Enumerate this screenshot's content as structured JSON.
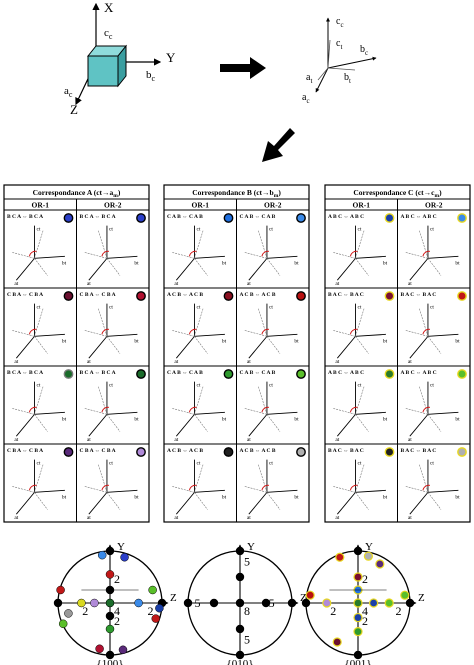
{
  "top_diagram": {
    "axis_x": "X",
    "axis_y": "Y",
    "axis_z": "Z",
    "label_cc": "c",
    "label_cc_sub": "c",
    "label_bc": "b",
    "label_bc_sub": "c",
    "label_ac": "a",
    "label_ac_sub": "c"
  },
  "right_axes": {
    "cc": "c",
    "cc_sub": "c",
    "ct": "c",
    "ct_sub": "t",
    "bc": "b",
    "bc_sub": "c",
    "bt": "b",
    "bt_sub": "t",
    "at": "a",
    "at_sub": "t",
    "ac": "a",
    "ac_sub": "c"
  },
  "tables": [
    {
      "title": "Correspondance A (c",
      "title_suffix": "t→a",
      "title_sub": "m",
      "head1": "OR-1",
      "head2": "OR-2",
      "colors": [
        "#2b3fc9",
        "#2b3fc9",
        "#6b1030",
        "#b01030",
        "#1a6b2a",
        "#1a6b2a",
        "#5a2a7a",
        "#b08ad8"
      ],
      "rings": [
        "#000",
        "#000",
        "#000",
        "#000",
        "#7a7a7a",
        "#000",
        "#000",
        "#000"
      ],
      "labels": [
        "B C A ⇔ B C A",
        "B C A ⇔ B C A",
        "C B A ⇔ C B A",
        "C B A ⇔ C B A",
        "B C A ⇔ B C A",
        "B C A ⇔ B C A",
        "C B A ⇔ C B A",
        "C B A ⇔ C B A"
      ]
    },
    {
      "title": "Correspondance B (c",
      "title_suffix": "t→b",
      "title_sub": "m",
      "head1": "OR-1",
      "head2": "OR-2",
      "colors": [
        "#1f6fe0",
        "#3a8ae8",
        "#8a1020",
        "#b81010",
        "#2e9a2e",
        "#5abf2a",
        "#202020",
        "#b0b0b0"
      ],
      "rings": [
        "#000",
        "#000",
        "#000",
        "#000",
        "#000",
        "#000",
        "#000",
        "#000"
      ],
      "labels": [
        "C A B ⇔ C A B",
        "C A B ⇔ C A B",
        "A C B ⇔ A C B",
        "A C B ⇔ A C B",
        "C A B ⇔ C A B",
        "C A B ⇔ C A B",
        "A C B ⇔ A C B",
        "A C B ⇔ A C B"
      ]
    },
    {
      "title": "Correspondance C (c",
      "title_suffix": "t→c",
      "title_sub": "m",
      "head1": "OR-1",
      "head2": "OR-2",
      "colors": [
        "#1a3fa8",
        "#3a8ae8",
        "#7a1030",
        "#c01818",
        "#2a7a2a",
        "#5abf2a",
        "#202020",
        "#b0b0b0"
      ],
      "rings": [
        "#e8d820",
        "#e8d820",
        "#e8d820",
        "#e8d820",
        "#e8d820",
        "#e8d820",
        "#e8d820",
        "#e8d820"
      ],
      "labels": [
        "A B C ⇔ A B C",
        "A B C ⇔ A B C",
        "B A C ⇔ B A C",
        "B A C ⇔ B A C",
        "A B C ⇔ A B C",
        "A B C ⇔ A B C",
        "B A C ⇔ B A C",
        "B A C ⇔ B A C"
      ]
    }
  ],
  "cell_axes": {
    "c": "c",
    "b": "b",
    "a": "a",
    "sub_t": "t",
    "sub_m": "m"
  },
  "pole_figures": [
    {
      "caption": "{100}",
      "y": "Y",
      "z": "Z",
      "n_top": "2",
      "n_left": "2",
      "n_center": "4",
      "n_right": "2",
      "n_bottom": "2"
    },
    {
      "caption": "{010}",
      "y": "Y",
      "z": "Z",
      "n_top": "5",
      "n_left": "5",
      "n_center": "8",
      "n_right": "5",
      "n_bottom": "5"
    },
    {
      "caption": "{001}",
      "y": "Y",
      "z": "Z",
      "n_top": "2",
      "n_left": "2",
      "n_center": "4",
      "n_right": "2",
      "n_bottom": "2"
    }
  ]
}
